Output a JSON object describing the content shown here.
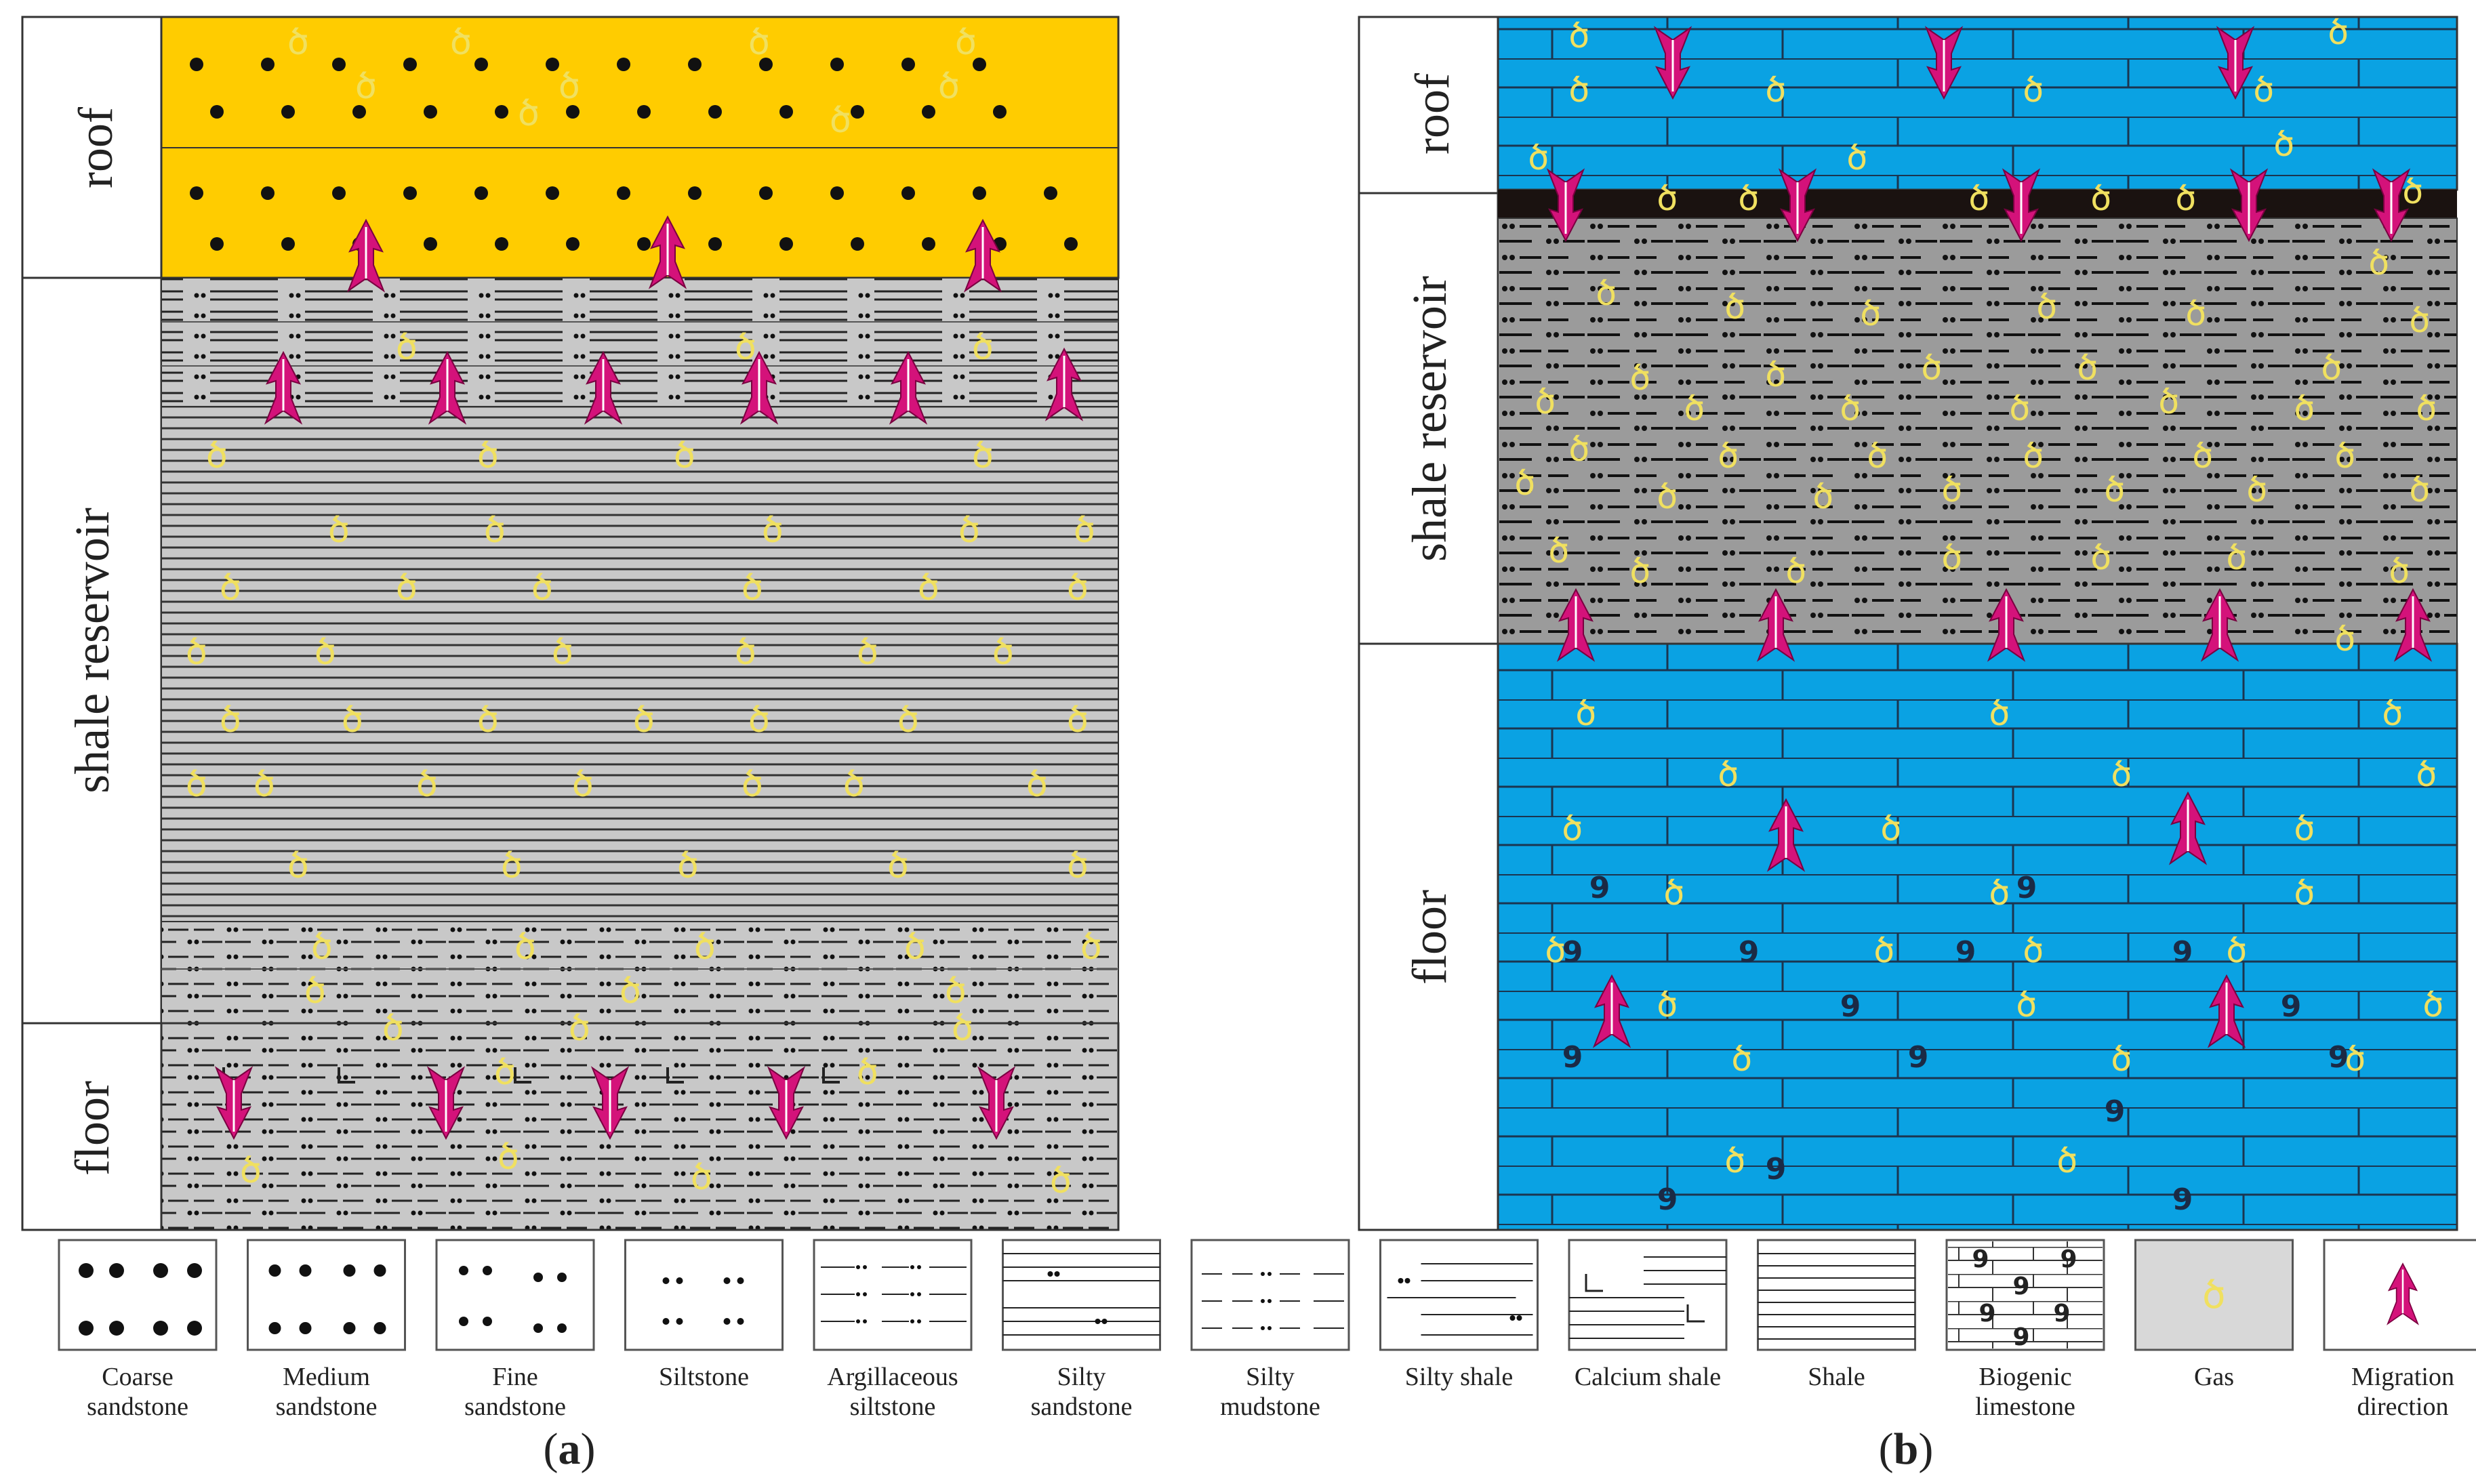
{
  "panel_a": {
    "caption_prefix": "(",
    "caption_letter": "a",
    "caption_suffix": ")",
    "zones": {
      "roof": "roof",
      "reservoir": "shale reservoir",
      "floor": "floor"
    }
  },
  "panel_b": {
    "caption_prefix": "(",
    "caption_letter": "b",
    "caption_suffix": ")",
    "zones": {
      "roof": "roof",
      "reservoir": "shale reservoir",
      "floor": "floor"
    }
  },
  "legend": [
    {
      "id": "coarse-sandstone",
      "lines": [
        "Coarse",
        "sandstone"
      ]
    },
    {
      "id": "medium-sandstone",
      "lines": [
        "Medium",
        "sandstone"
      ]
    },
    {
      "id": "fine-sandstone",
      "lines": [
        "Fine",
        "sandstone"
      ]
    },
    {
      "id": "siltstone",
      "lines": [
        "Siltstone"
      ]
    },
    {
      "id": "argillaceous-siltstone",
      "lines": [
        "Argillaceous",
        "siltstone"
      ]
    },
    {
      "id": "silty-sandstone",
      "lines": [
        "Silty",
        "sandstone"
      ]
    },
    {
      "id": "silty-mudstone",
      "lines": [
        "Silty",
        "mudstone"
      ]
    },
    {
      "id": "silty-shale",
      "lines": [
        "Silty shale"
      ]
    },
    {
      "id": "calcium-shale",
      "lines": [
        "Calcium  shale"
      ]
    },
    {
      "id": "shale",
      "lines": [
        "Shale"
      ]
    },
    {
      "id": "biogenic-limestone",
      "lines": [
        "Biogenic",
        "limestone"
      ]
    },
    {
      "id": "gas",
      "lines": [
        "Gas"
      ]
    },
    {
      "id": "migration-direction",
      "lines": [
        "Migration",
        "direction"
      ]
    }
  ],
  "colors": {
    "sandstone_yellow": "#FFCC00",
    "shale_gray": "#c8c8c8",
    "reservoir_gray": "#9b9b9b",
    "limestone_blue": "#0aa2e3",
    "arrow_magenta": "#d4127a",
    "gas_symbol": "#f0e060",
    "black_layer": "#1a1210"
  },
  "symbols": {
    "gas": "ծ",
    "biogenic": "9"
  }
}
